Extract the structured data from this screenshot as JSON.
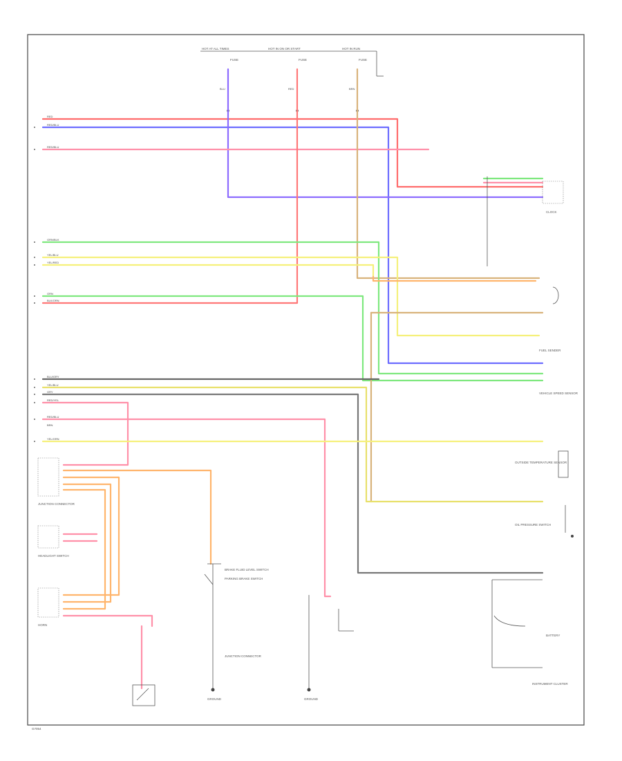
{
  "colors": {
    "red": "#ff6b6b",
    "blue": "#6b6bff",
    "pink": "#ff8fa8",
    "green": "#7ee87e",
    "yellow": "#f5f07a",
    "orange": "#ffb46b",
    "violet": "#a066cc",
    "gray": "#666666",
    "tan": "#d8b27a",
    "frame": "#444444"
  },
  "labels": {
    "fuses": [
      "HOT AT ALL TIMES",
      "HOT IN ON OR START",
      "HOT IN RUN"
    ],
    "fuse_blocks": [
      "FUSE",
      "FUSE",
      "FUSE"
    ],
    "left_wires": [
      "RED",
      "RED/BLU",
      "RED/BLU",
      "GRN/BLK",
      "YEL/BLU",
      "YEL/RED",
      "GRN",
      "BLK/ORN",
      "BLU/GRY",
      "YEL/BLU",
      "GRY",
      "RED/YEL",
      "RED/BLU",
      "BRN",
      "YEL/GRN"
    ],
    "right_components": [
      "CLOCK",
      "FUEL SENDER",
      "VEHICLE SPEED SENSOR",
      "OUTSIDE TEMPERATURE SENSOR",
      "OIL PRESSURE SWITCH",
      "BATTERY",
      "INSTRUMENT CLUSTER"
    ],
    "left_components": [
      "JUNCTION CONNECTOR",
      "HEADLIGHT SWITCH",
      "HORN"
    ],
    "bottom_components": [
      "BRAKE FLUID LEVEL SWITCH",
      "PARKING BRAKE SWITCH",
      "JUNCTION CONNECTOR",
      "GROUND",
      "GROUND"
    ],
    "footer": "G7054"
  }
}
